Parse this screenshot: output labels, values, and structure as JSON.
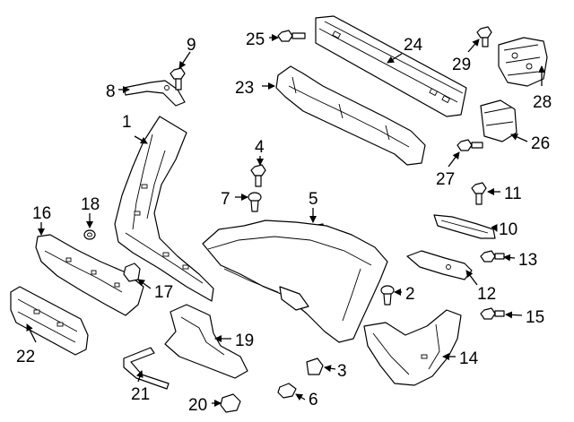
{
  "callouts": {
    "c1": "1",
    "c2": "2",
    "c3": "3",
    "c4": "4",
    "c5": "5",
    "c6": "6",
    "c7": "7",
    "c8": "8",
    "c9": "9",
    "c10": "10",
    "c11": "11",
    "c12": "12",
    "c13": "13",
    "c14": "14",
    "c15": "15",
    "c16": "16",
    "c17": "17",
    "c18": "18",
    "c19": "19",
    "c20": "20",
    "c21": "21",
    "c22": "22",
    "c23": "23",
    "c24": "24",
    "c25": "25",
    "c26": "26",
    "c27": "27",
    "c28": "28",
    "c29": "29"
  },
  "colors": {
    "line": "#000000",
    "background": "#ffffff"
  }
}
